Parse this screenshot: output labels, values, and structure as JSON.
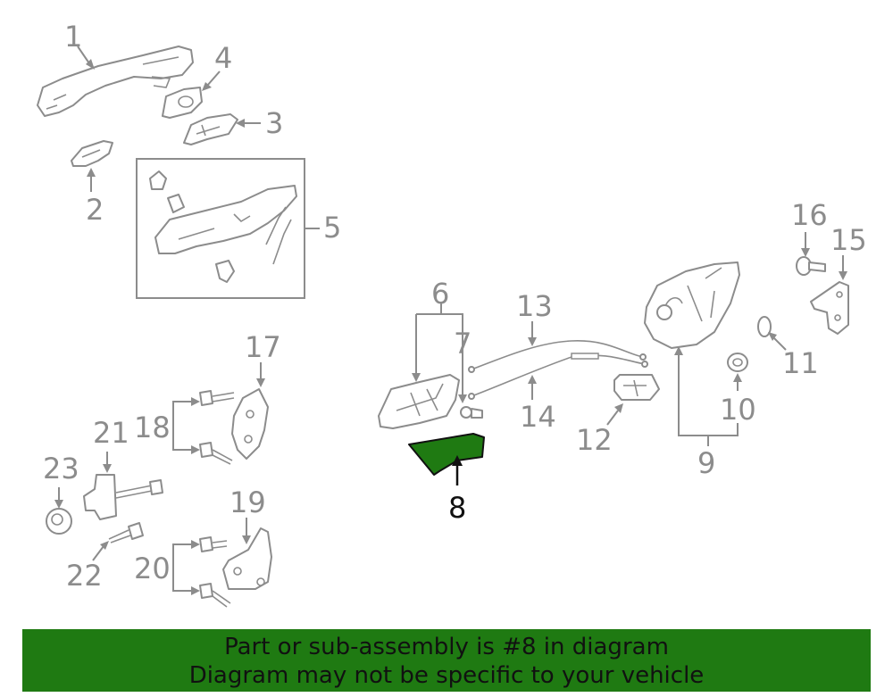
{
  "callouts": [
    "1",
    "2",
    "3",
    "4",
    "5",
    "6",
    "7",
    "8",
    "9",
    "10",
    "11",
    "12",
    "13",
    "14",
    "15",
    "16",
    "17",
    "18",
    "19",
    "20",
    "21",
    "22",
    "23"
  ],
  "highlighted_part": "8",
  "banner": {
    "line1": "Part or sub-assembly is #8 in diagram",
    "line2": "Diagram may not be specific to your vehicle"
  },
  "colors": {
    "line_gray": "#8c8c8c",
    "highlight_green": "#1f7a12",
    "banner_green": "#1f7a12"
  }
}
